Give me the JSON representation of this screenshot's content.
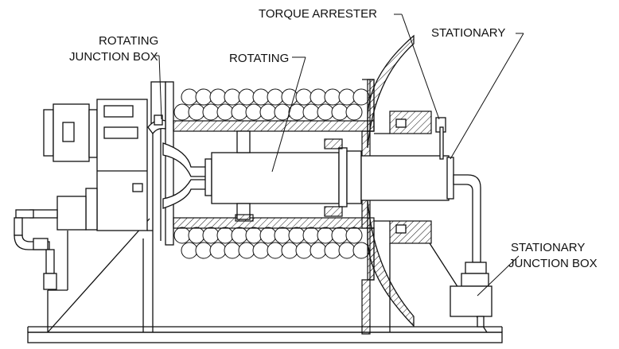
{
  "diagram": {
    "labels": {
      "rotating_junction_box_line1": "ROTATING",
      "rotating_junction_box_line2": "JUNCTION BOX",
      "rotating": "ROTATING",
      "torque_arrester": "TORQUE ARRESTER",
      "stationary": "STATIONARY",
      "stationary_junction_box_line1": "STATIONARY",
      "stationary_junction_box_line2": "JUNCTION BOX"
    }
  }
}
